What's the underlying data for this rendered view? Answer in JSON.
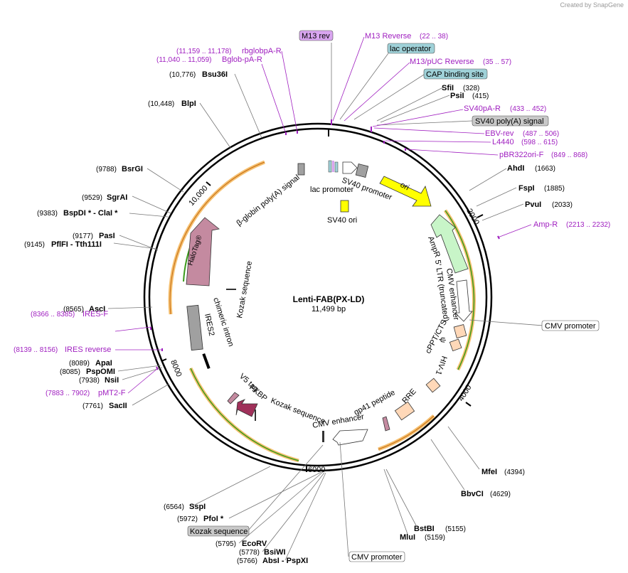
{
  "credit": "Created by SnapGene",
  "plasmid": {
    "name": "Lenti-FAB(PX-LD)",
    "size": "11,499 bp"
  },
  "ticks": [
    "2000",
    "4000",
    "6000",
    "8000",
    "10,000"
  ],
  "enzymes": [
    {
      "name": "SfiI",
      "pos": "(328)"
    },
    {
      "name": "PsiI",
      "pos": "(415)"
    },
    {
      "name": "AhdI",
      "pos": "(1663)"
    },
    {
      "name": "FspI",
      "pos": "(1885)"
    },
    {
      "name": "PvuI",
      "pos": "(2033)"
    },
    {
      "name": "MfeI",
      "pos": "(4394)"
    },
    {
      "name": "BbvCI",
      "pos": "(4629)"
    },
    {
      "name": "BstBI",
      "pos": "(5155)"
    },
    {
      "name": "MluI",
      "pos": "(5159)"
    },
    {
      "name": "AbsI - PspXI",
      "pos": "(5766)"
    },
    {
      "name": "BsiWI",
      "pos": "(5778)"
    },
    {
      "name": "EcoRV",
      "pos": "(5795)"
    },
    {
      "name": "PfoI *",
      "pos": "(5972)"
    },
    {
      "name": "SspI",
      "pos": "(6564)"
    },
    {
      "name": "SacII",
      "pos": "(7761)"
    },
    {
      "name": "NsiI",
      "pos": "(7938)"
    },
    {
      "name": "PspOMI",
      "pos": "(8085)"
    },
    {
      "name": "ApaI",
      "pos": "(8089)"
    },
    {
      "name": "AscI",
      "pos": "(8565)"
    },
    {
      "name": "PflFI - Tth111I",
      "pos": "(9145)"
    },
    {
      "name": "PasI",
      "pos": "(9177)"
    },
    {
      "name": "BspDI * - ClaI *",
      "pos": "(9383)"
    },
    {
      "name": "SgrAI",
      "pos": "(9529)"
    },
    {
      "name": "BsrGI",
      "pos": "(9788)"
    },
    {
      "name": "BlpI",
      "pos": "(10,448)"
    },
    {
      "name": "Bsu36I",
      "pos": "(10,776)"
    }
  ],
  "primers": [
    {
      "name": "M13 Reverse",
      "pos": "(22 .. 38)"
    },
    {
      "name": "M13/pUC Reverse",
      "pos": "(35 .. 57)"
    },
    {
      "name": "SV40pA-R",
      "pos": "(433 .. 452)"
    },
    {
      "name": "EBV-rev",
      "pos": "(487 .. 506)"
    },
    {
      "name": "L4440",
      "pos": "(598 .. 615)"
    },
    {
      "name": "pBR322ori-F",
      "pos": "(849 .. 868)"
    },
    {
      "name": "Amp-R",
      "pos": "(2213 .. 2232)"
    },
    {
      "name": "IRES-F",
      "pos": "(8366 .. 8385)"
    },
    {
      "name": "IRES reverse",
      "pos": "(8139 .. 8156)"
    },
    {
      "name": "pMT2-F",
      "pos": "(7883 .. 7902)"
    },
    {
      "name": "Bglob-pA-R",
      "pos": "(11,040 .. 11,059)"
    },
    {
      "name": "rbglobpA-R",
      "pos": "(11,159 .. 11,178)"
    }
  ],
  "boxed_labels": [
    {
      "text": "M13 rev",
      "fill": "#d9a5f0"
    },
    {
      "text": "lac operator",
      "fill": "#9fd1d8"
    },
    {
      "text": "CAP binding site",
      "fill": "#9fd1d8"
    },
    {
      "text": "SV40 poly(A) signal",
      "fill": "#c8c8c8"
    },
    {
      "text": "CMV promoter",
      "fill": "#ffffff"
    },
    {
      "text": "Kozak sequence",
      "fill": "#c8c8c8"
    },
    {
      "text": "CMV promoter",
      "fill": "#ffffff"
    }
  ],
  "features": [
    {
      "text": "lac promoter"
    },
    {
      "text": "SV40 promoter"
    },
    {
      "text": "ori"
    },
    {
      "text": "SV40 ori"
    },
    {
      "text": "AmpR"
    },
    {
      "text": "CMV enhancer"
    },
    {
      "text": "5' LTR (truncated)"
    },
    {
      "text": "ψ"
    },
    {
      "text": "HIV-1"
    },
    {
      "text": "cPPT/CTS"
    },
    {
      "text": "RRE"
    },
    {
      "text": "gp41 peptide"
    },
    {
      "text": "CMV enhancer"
    },
    {
      "text": "Kozak sequence"
    },
    {
      "text": "FKBP"
    },
    {
      "text": "V5 tag"
    },
    {
      "text": "IRES2"
    },
    {
      "text": "chimeric intron"
    },
    {
      "text": "Kozak sequence"
    },
    {
      "text": "HaloTag®"
    },
    {
      "text": "β-globin poly(A) signal"
    }
  ],
  "colors": {
    "primer": "#a020c0",
    "ori": "#ffff00",
    "ampr": "#c8f5c8",
    "halotag": "#c48aa0",
    "fkbp": "#a0305a",
    "orange_arc": "#f5c070",
    "green_arc": "#3a9a1a"
  }
}
